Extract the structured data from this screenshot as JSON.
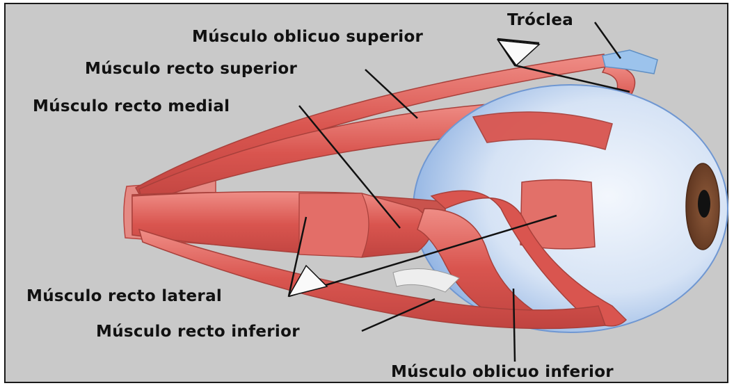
{
  "labels": {
    "trochlea": "Tróclea",
    "superior_oblique": "Músculo oblicuo superior",
    "superior_rectus": "Músculo recto superior",
    "medial_rectus": "Músculo recto medial",
    "lateral_rectus": "Músculo recto lateral",
    "inferior_rectus": "Músculo recto inferior",
    "inferior_oblique": "Músculo oblicuo inferior"
  },
  "colors": {
    "background": "#c9c9c9",
    "muscle": "#d9554f",
    "muscle_light": "#ef9a94",
    "muscle_dark": "#b23a36",
    "eyeball": "#dbe6f5",
    "eyeball_edge": "#7aa3dc",
    "iris": "#7a4a30",
    "pupil": "#111111",
    "trochlea": "#9cc3ec",
    "leader_line": "#111111"
  }
}
